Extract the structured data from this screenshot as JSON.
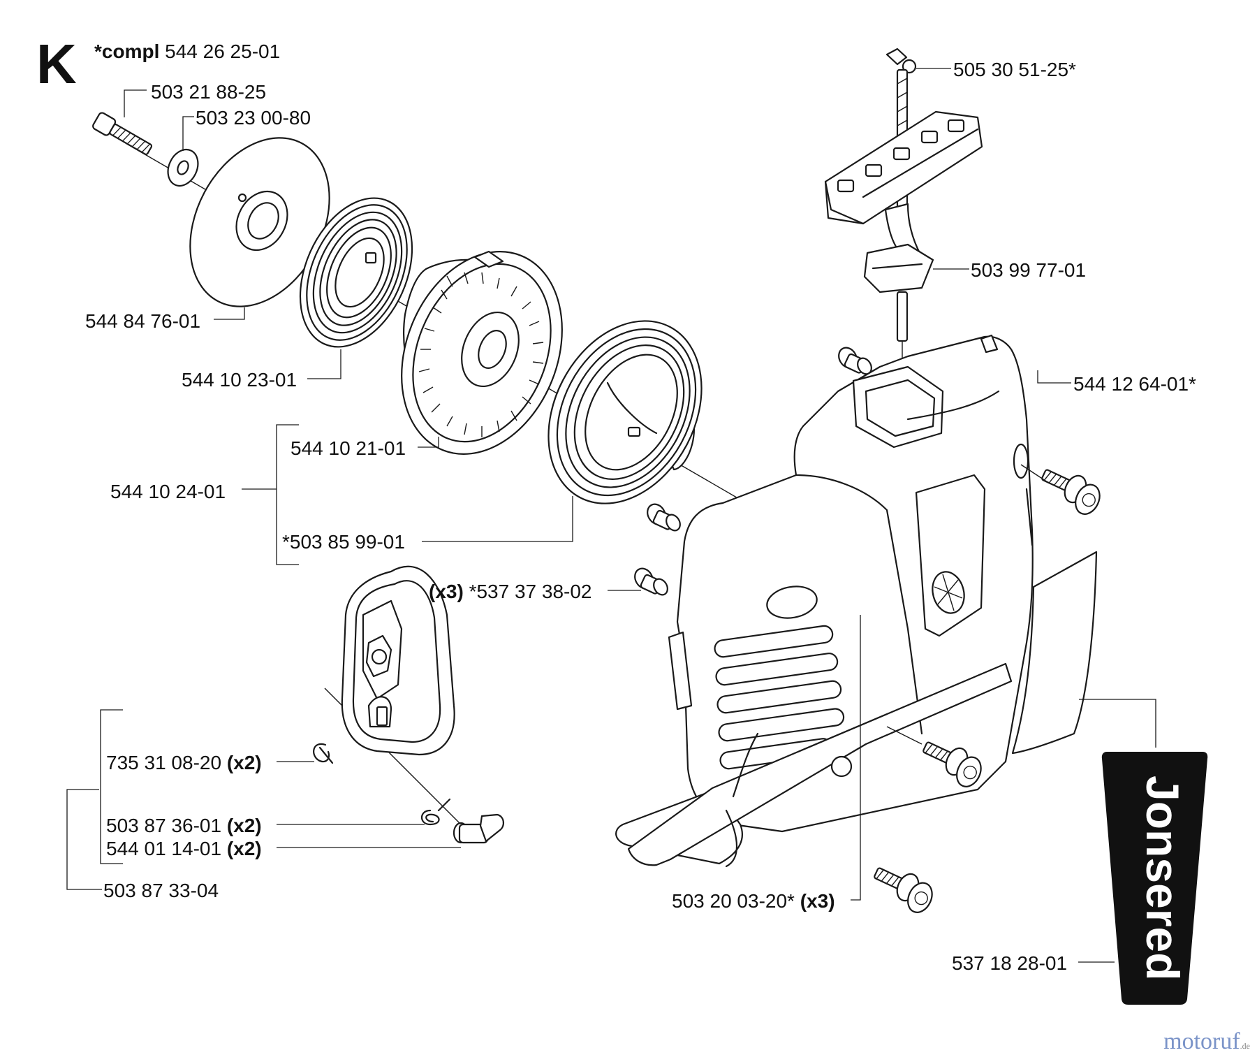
{
  "diagram": {
    "section_letter": "K",
    "labels": {
      "compl_prefix": "*compl",
      "compl_number": "544 26 25-01",
      "p503218825": "503 21 88-25",
      "p503230080": "503 23 00-80",
      "p544847601": "544 84 76-01",
      "p544102301": "544 10 23-01",
      "p544102101": "544 10 21-01",
      "p544102401": "544 10 24-01",
      "p503859901": "*503 85 99-01",
      "x3_a": "(x3)",
      "p537373802": "*537 37 38-02",
      "p505305125": "505 30 51-25*",
      "p503997701": "503 99 77-01",
      "p544126401": "544 12 64-01*",
      "p735310820": "735 31 08-20",
      "x2_a": "(x2)",
      "p503873601": "503 87 36-01",
      "x2_b": "(x2)",
      "p544011401": "544 01 14-01",
      "x2_c": "(x2)",
      "p503873304": "503 87 33-04",
      "p503200320": "503 20 03-20*",
      "x3_b": "(x3)",
      "p537182801": "537 18 28-01"
    },
    "decal_text": "Jonsered",
    "watermark": {
      "name": "motoruf",
      "tld": ".de"
    }
  }
}
